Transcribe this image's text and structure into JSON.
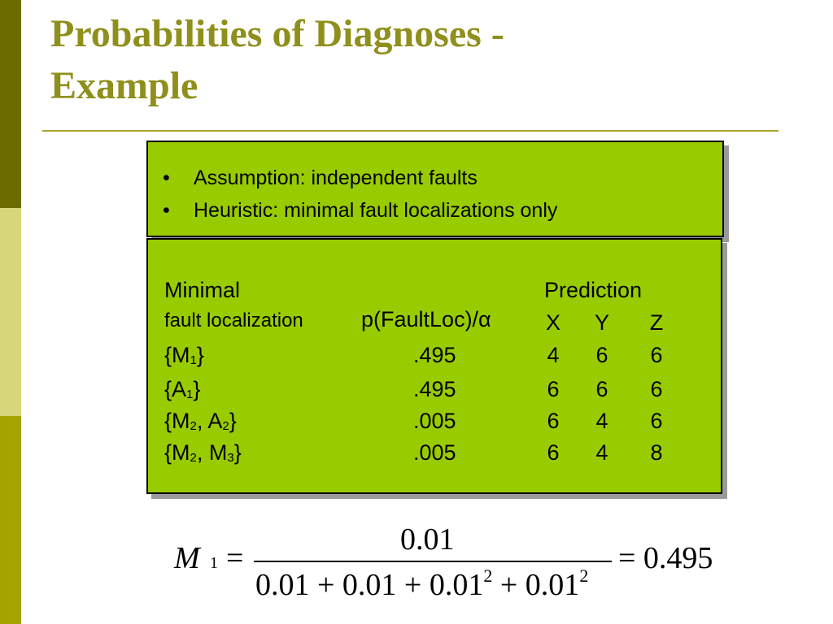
{
  "slide": {
    "title_line1": "Probabilities of Diagnoses -",
    "title_line2": "Example"
  },
  "bullets": [
    "Assumption: independent faults",
    "Heuristic: minimal fault localizations only"
  ],
  "bullet_glyph": "•",
  "table": {
    "header_minimal": "Minimal",
    "header_fault_localization": "fault localization",
    "header_prob": "p(FaultLoc)/α",
    "header_prediction": "Prediction",
    "pred_cols": [
      "X",
      "Y",
      "Z"
    ],
    "rows": [
      {
        "loc": "{M1}",
        "p": ".495",
        "x": "4",
        "y": "6",
        "z": "6"
      },
      {
        "loc": "{A1}",
        "p": ".495",
        "x": "6",
        "y": "6",
        "z": "6"
      },
      {
        "loc": "{M2, A2}",
        "p": ".005",
        "x": "6",
        "y": "4",
        "z": "6"
      },
      {
        "loc": "{M2, M3}",
        "p": ".005",
        "x": "6",
        "y": "4",
        "z": "8"
      }
    ]
  },
  "formula": {
    "lhs_var": "M",
    "lhs_sub": "1",
    "equals": "=",
    "numerator": "0.01",
    "denominator_text": "0.01 + 0.01 + 0.01",
    "denominator_sup1": "2",
    "denominator_tail": " + 0.01",
    "denominator_sup2": "2",
    "result": "= 0.495"
  },
  "colors": {
    "title": "#8f8f1c",
    "box_fill": "#99cc00",
    "strip_top": "#6b6b00",
    "strip_mid": "#d6d67a",
    "strip_bottom": "#a3a300"
  }
}
